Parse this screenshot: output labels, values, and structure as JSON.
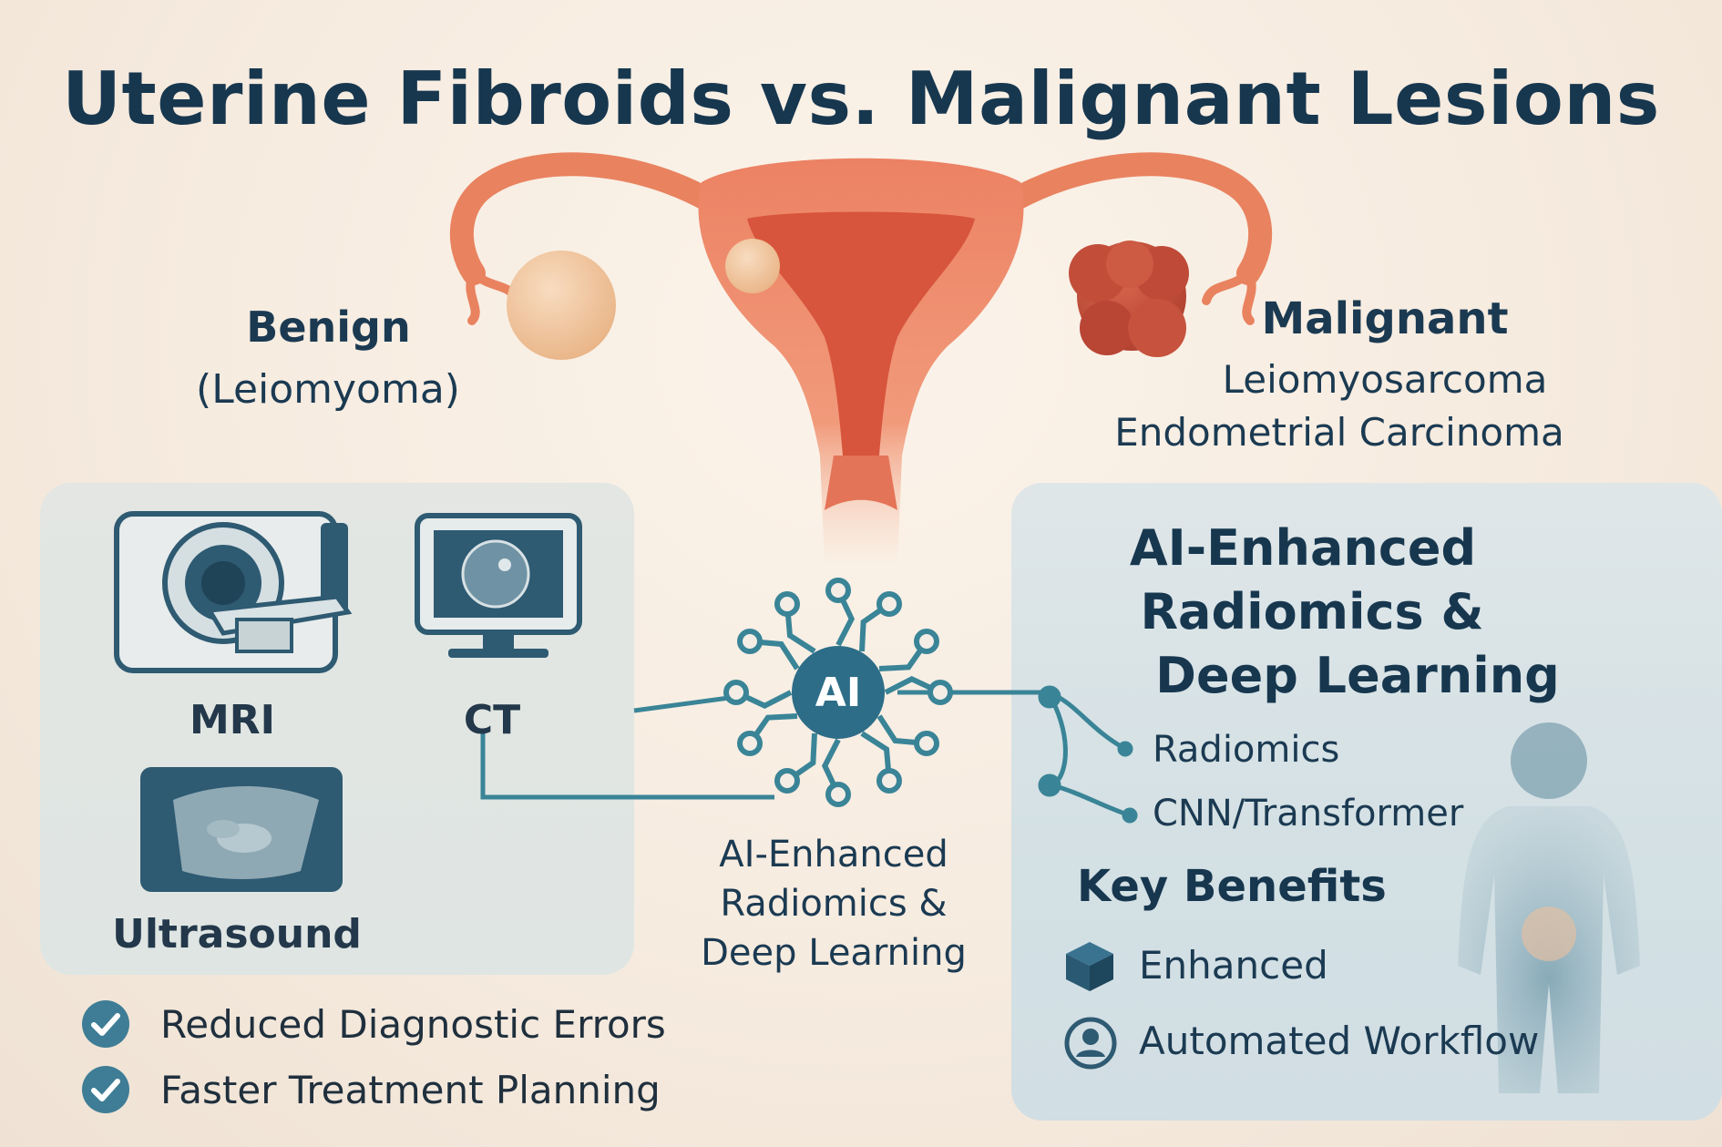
{
  "title": "Uterine Fibroids vs. Malignant Lesions",
  "benign": {
    "title": "Benign",
    "subtitle": "(Leiomyoma)"
  },
  "malignant": {
    "title": "Malignant",
    "items": [
      "Leiomyosarcoma",
      "Endometrial Carcinoma"
    ]
  },
  "imaging": {
    "mri": "MRI",
    "ct": "CT",
    "ultrasound": "Ultrasound"
  },
  "center": {
    "ai_badge": "AI",
    "lines": [
      "AI-Enhanced",
      "Radiomics &",
      "Deep Learning"
    ]
  },
  "ai_panel": {
    "heading": [
      "AI-Enhanced",
      "Radiomics &",
      "Deep Learning"
    ],
    "methods": [
      "Radiomics",
      "CNN/Transformer"
    ],
    "benefits_title": "Key Benefits",
    "benefits": [
      "Enhanced",
      "Automated Workflow"
    ]
  },
  "outcomes": [
    "Reduced Diagnostic Errors",
    "Faster Treatment Planning"
  ],
  "colors": {
    "title": "#17374f",
    "uterus": "#ef8c6c",
    "benign_mass": "#f2c9a0",
    "malignant_mass": "#c9543f",
    "network": "#3a8497",
    "dark_icon": "#2e5a72"
  }
}
